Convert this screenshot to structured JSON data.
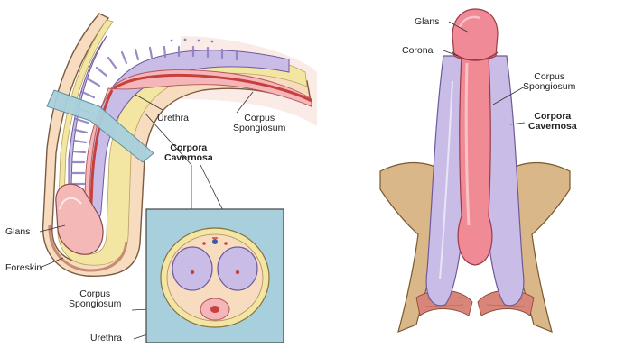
{
  "left_panel": {
    "labels": {
      "urethra_top": "Urethra",
      "corpus_spongiosum_top": "Corpus\nSpongiosum",
      "corpora_cavernosa": "Corpora\nCavernosa",
      "glans": "Glans",
      "foreskin": "Foreskin",
      "corpus_spongiosum_bottom": "Corpus\nSpongiosum",
      "urethra_bottom": "Urethra"
    }
  },
  "right_panel": {
    "labels": {
      "glans": "Glans",
      "corona": "Corona",
      "corpus_spongiosum": "Corpus\nSpongiosum",
      "corpora_cavernosa": "Corpora\nCavernosa"
    }
  },
  "colors": {
    "skin": "#f6d9b6",
    "fat": "#f3e7a6",
    "cavernosa": "#c9bde8",
    "spongiosum": "#f4b6b8",
    "urethra": "#c8403e",
    "bone": "#d9b788",
    "muscle": "#d9857a",
    "ligament": "#a8d0dc"
  }
}
